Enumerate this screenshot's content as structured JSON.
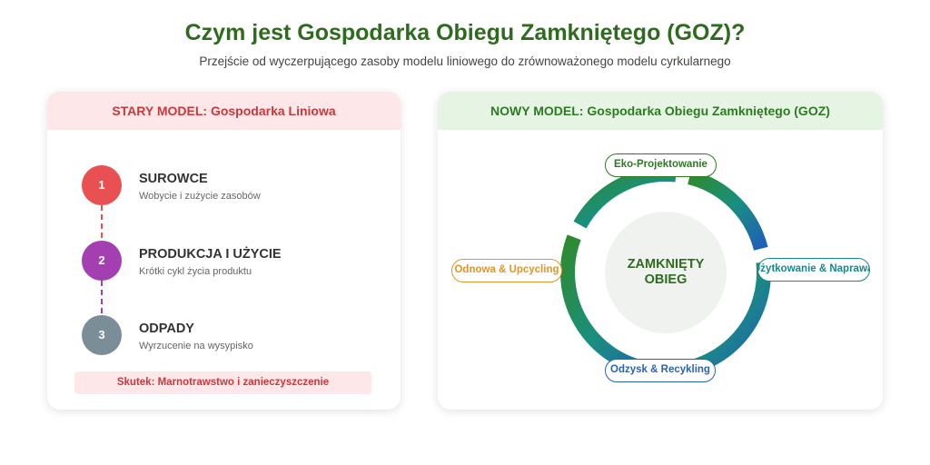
{
  "header": {
    "title": "Czym jest Gospodarka Obiegu Zamkniętego (GOZ)?",
    "subtitle": "Przejście od wyczerpującego zasoby modelu liniowego do zrównoważonego modelu cyrkularnego"
  },
  "left_panel": {
    "title": "STARY MODEL: Gospodarka Liniowa",
    "steps": [
      {
        "number": "1",
        "title": "SUROWCE",
        "desc": "Wobycie i zużycie zasobów",
        "color": "#e85052"
      },
      {
        "number": "2",
        "title": "PRODUKCJA I UŻYCIE",
        "desc": "Krótki cykl życia produktu",
        "color": "#a33fb0"
      },
      {
        "number": "3",
        "title": "ODPADY",
        "desc": "Wyrzucenie na wysypisko",
        "color": "#7b8d96"
      }
    ],
    "effect": "Skutek: Marnotrawstwo i zanieczyszczenie"
  },
  "right_panel": {
    "title": "NOWY MODEL: Gospodarka Obiegu Zamkniętego (GOZ)",
    "core_line1": "ZAMKNIĘTY",
    "core_line2": "OBIEG",
    "stages": [
      {
        "label": "Eko-Projektowanie",
        "color": "#2e7a23"
      },
      {
        "label": "Użytkowanie & Naprawa",
        "color": "#16888a"
      },
      {
        "label": "Odzysk & Recykling",
        "color": "#2a63b0"
      },
      {
        "label": "Odnowa & Upcycling",
        "color": "#e0952a"
      }
    ],
    "colors": {
      "ring_start": "#2e8a2e",
      "ring_mid": "#1a8f7e",
      "ring_end": "#1f5fb8"
    }
  }
}
